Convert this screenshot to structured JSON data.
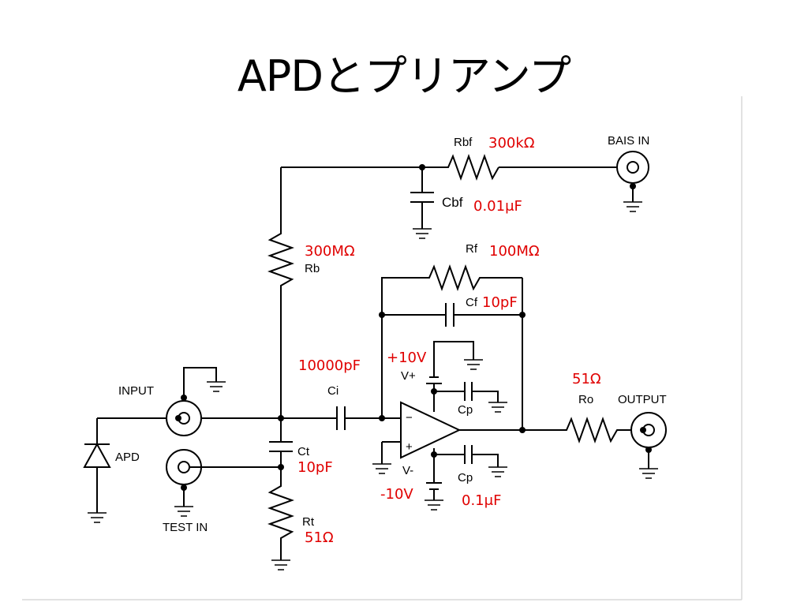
{
  "title": "APDとプリアンプ",
  "labels": {
    "rbf": "Rbf",
    "bais_in": "BAIS IN",
    "cbf": "Cbf",
    "rb": "Rb",
    "rf": "Rf",
    "cf": "Cf",
    "ci": "Ci",
    "v_plus": "V+",
    "v_minus": "V-",
    "cp_top": "Cp",
    "cp_bottom": "Cp",
    "ro": "Ro",
    "output": "OUTPUT",
    "input": "INPUT",
    "apd": "APD",
    "ct": "Ct",
    "rt": "Rt",
    "test_in": "TEST IN",
    "opamp_minus": "−",
    "opamp_plus": "+"
  },
  "values": {
    "rbf": "300kΩ",
    "cbf": "0.01μF",
    "rb": "300MΩ",
    "rf": "100MΩ",
    "cf": "10pF",
    "ci": "10000pF",
    "v_plus": "+10V",
    "v_minus": "-10V",
    "ro": "51Ω",
    "ct": "10pF",
    "rt": "51Ω",
    "cp": "0.1μF"
  }
}
